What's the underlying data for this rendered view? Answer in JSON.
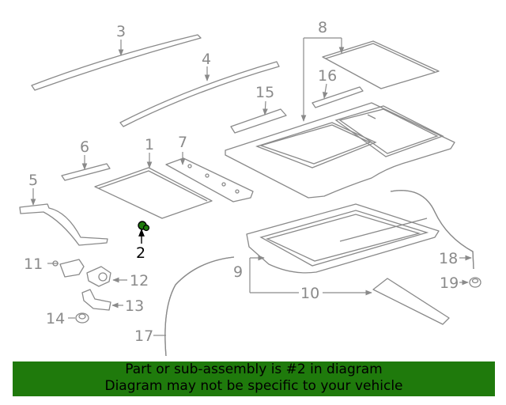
{
  "callouts": [
    "3",
    "4",
    "8",
    "16",
    "15",
    "6",
    "1",
    "7",
    "5",
    "2",
    "11",
    "12",
    "13",
    "14",
    "9",
    "10",
    "17",
    "18",
    "19"
  ],
  "highlight_callout": "2",
  "highlight_color": "#1f7a0c",
  "banner": {
    "line1": "Part or sub-assembly is #2 in diagram",
    "line2": "Diagram may not be specific to your vehicle",
    "background": "#1f7a0c"
  }
}
